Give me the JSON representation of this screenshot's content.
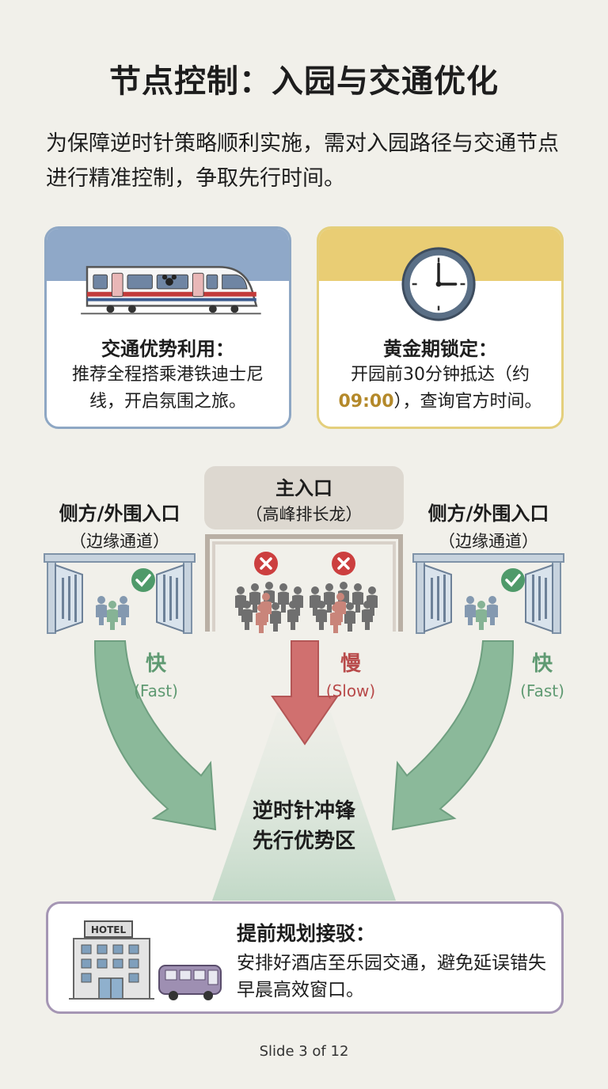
{
  "title": "节点控制：入园与交通优化",
  "intro": "为保障逆时针策略顺利实施，需对入园路径与交通节点进行精准控制，争取先行时间。",
  "cards": {
    "transit": {
      "icon": "train-icon",
      "heading": "交通优势利用：",
      "body": "推荐全程搭乘港铁迪士尼线，开启氛围之旅。"
    },
    "timing": {
      "icon": "clock-icon",
      "heading": "黄金期锁定：",
      "body_before": "开园前30分钟抵达（约",
      "time": "09:00",
      "body_after": "），查询官方时间。"
    }
  },
  "entrances": {
    "main": {
      "title": "主入口",
      "subtitle": "（高峰排长龙）",
      "speed": "慢",
      "speed_en": "(Slow)",
      "status": "blocked"
    },
    "left": {
      "title": "侧方/外围入口",
      "subtitle": "（边缘通道）",
      "speed": "快",
      "speed_en": "(Fast)",
      "status": "open"
    },
    "right": {
      "title": "侧方/外围入口",
      "subtitle": "（边缘通道）",
      "speed": "快",
      "speed_en": "(Fast)",
      "status": "open"
    }
  },
  "target_zone": {
    "line1": "逆时针冲锋",
    "line2": "先行优势区"
  },
  "plan_card": {
    "hotel_sign": "HOTEL",
    "heading": "提前规划接驳：",
    "body": "安排好酒店至乐园交通，避免延误错失早晨高效窗口。"
  },
  "colors": {
    "fast": "#8bb99a",
    "slow": "#d0706f",
    "transit_band": "#8fa8c8",
    "timing_band": "#e9cd74",
    "plan_border": "#a596b4"
  },
  "footer": "Slide 3 of 12"
}
